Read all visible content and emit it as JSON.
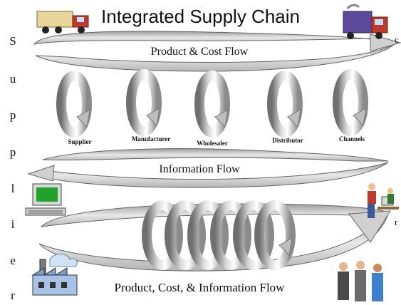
{
  "title": "Integrated Supply Chain",
  "side_label": [
    "S",
    "u",
    "p",
    "p",
    "l",
    "i",
    "e",
    "r"
  ],
  "right_edge_letters": [
    "c",
    "r"
  ],
  "bands": {
    "top": "Product & Cost Flow",
    "middle": "Information Flow",
    "bottom": "Product, Cost, & Information Flow"
  },
  "stages": [
    "Supplier",
    "Manufacturer",
    "Wholesaler",
    "Distributor",
    "Channels"
  ],
  "icons": {
    "top_left": "delivery-truck-icon",
    "top_right": "truck-icon",
    "mid_left": "computer-icon",
    "mid_right": "people-at-computer-icon",
    "bottom_left": "factory-icon",
    "bottom_right": "business-people-icon"
  }
}
